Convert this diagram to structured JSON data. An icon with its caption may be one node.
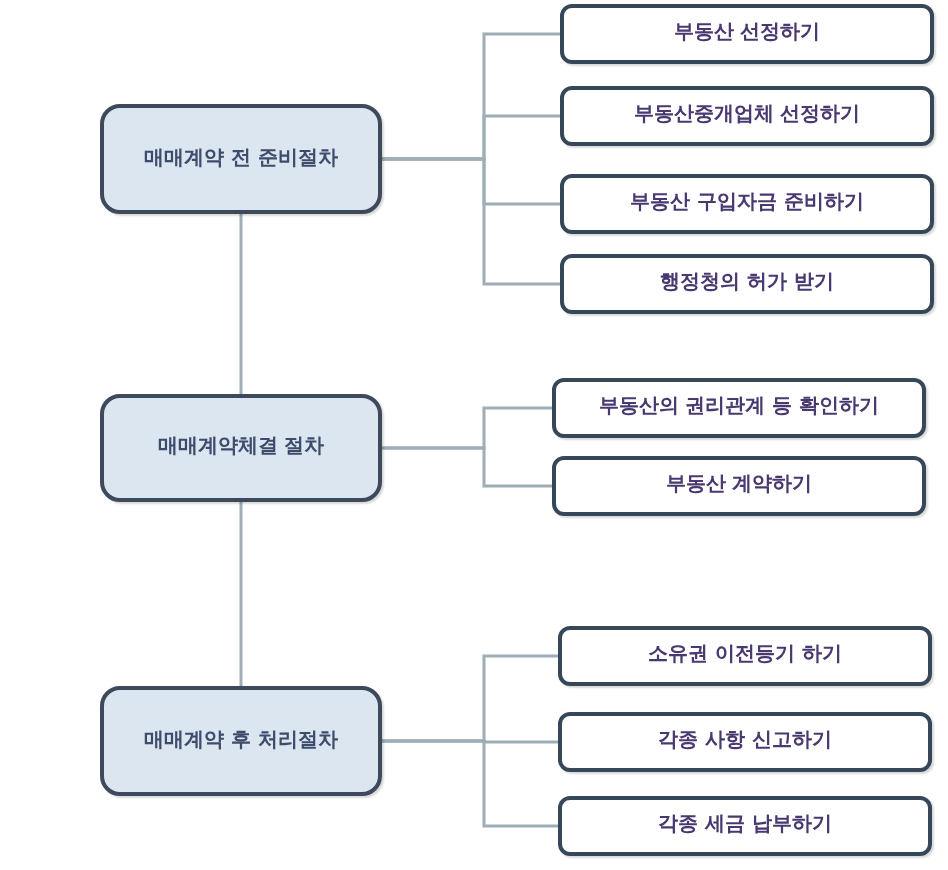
{
  "diagram": {
    "nodes": [
      {
        "text": [
          "매매계약 전 준비절차"
        ]
      },
      {
        "text": [
          "부동산 선정하기"
        ]
      },
      {
        "text": [
          "부동산중개업체 선정하기"
        ]
      },
      {
        "text": [
          "부동산 구입자금 준비하기"
        ]
      },
      {
        "text": [
          "행정청의 허가 받기"
        ]
      },
      {
        "text": [
          "매매계약체결 절차"
        ]
      },
      {
        "text": [
          "부동산의 권리관계 등 확인하기"
        ]
      },
      {
        "text": [
          "부동산 계약하기"
        ]
      },
      {
        "text": [
          "매매계약 후 처리절차"
        ]
      },
      {
        "text": [
          "소유권 이전등기 하기"
        ]
      },
      {
        "text": [
          "각종 사항 신고하기"
        ]
      },
      {
        "text": [
          "각종 세금 납부하기"
        ]
      }
    ],
    "edges": [
      {
        "from": 0,
        "to": 5,
        "arrow": "none"
      },
      {
        "from": 5,
        "to": 8,
        "arrow": "none"
      },
      {
        "from": 0,
        "to": 1,
        "arrow": "none"
      },
      {
        "from": 0,
        "to": 2,
        "arrow": "none"
      },
      {
        "from": 0,
        "to": 3,
        "arrow": "none"
      },
      {
        "from": 0,
        "to": 4,
        "arrow": "none"
      },
      {
        "from": 5,
        "to": 6,
        "arrow": "none"
      },
      {
        "from": 5,
        "to": 7,
        "arrow": "none"
      },
      {
        "from": 8,
        "to": 9,
        "arrow": "none"
      },
      {
        "from": 8,
        "to": 10,
        "arrow": "none"
      },
      {
        "from": 8,
        "to": 11,
        "arrow": "none"
      }
    ]
  }
}
